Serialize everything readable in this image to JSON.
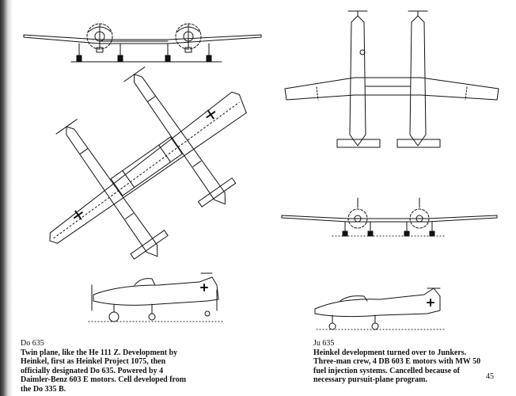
{
  "page": {
    "number": "45"
  },
  "captions": {
    "left": {
      "name": "Do 635",
      "body": "Twin plane, like the He 111 Z. Development by Heinkel, first as Heinkel Project 1075, then officially designated Do 635. Powered by 4 Daimler-Benz 603 E motors. Cell developed from the Do 335 B."
    },
    "right": {
      "name": "Ju 635",
      "body": "Heinkel development turned over to Junkers. Three-man crew, 4 DB 603 E motors with MW 50 fuel injection systems. Cancelled because of necessary pursuit-plane program."
    }
  }
}
